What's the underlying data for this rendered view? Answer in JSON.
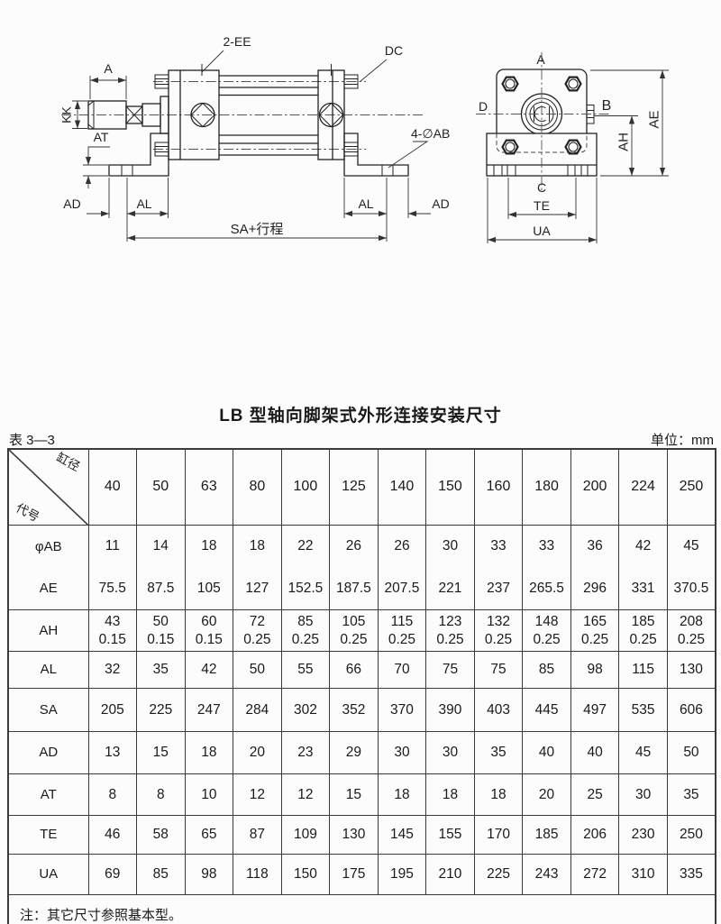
{
  "title": "LB 型轴向脚架式外形连接安装尺寸",
  "drawing": {
    "side": {
      "ee": "2-EE",
      "dc": "DC",
      "a": "A",
      "kk": "KK",
      "at": "AT",
      "ad_left": "AD",
      "al_left": "AL",
      "sa_stroke": "SA+行程",
      "al_right": "AL",
      "ad_right": "AD",
      "ab_holes": "4-∅AB"
    },
    "end": {
      "a": "A",
      "b": "B",
      "c": "C",
      "d": "D",
      "ae": "AE",
      "ah": "AH",
      "te": "TE",
      "ua": "UA"
    }
  },
  "table": {
    "caption": "表 3—3",
    "unit": "单位：mm",
    "diagonal": {
      "top": "缸径",
      "bottom": "代号"
    },
    "columns": [
      "40",
      "50",
      "63",
      "80",
      "100",
      "125",
      "140",
      "150",
      "160",
      "180",
      "200",
      "224",
      "250"
    ],
    "rows": [
      {
        "label": "φAB",
        "merge_below": true,
        "values": [
          "11",
          "14",
          "18",
          "18",
          "22",
          "26",
          "26",
          "30",
          "33",
          "33",
          "36",
          "42",
          "45"
        ]
      },
      {
        "label": "AE",
        "values": [
          "75.5",
          "87.5",
          "105",
          "127",
          "152.5",
          "187.5",
          "207.5",
          "221",
          "237",
          "265.5",
          "296",
          "331",
          "370.5"
        ]
      },
      {
        "label": "AH",
        "values": [
          "43\n0.15",
          "50\n0.15",
          "60\n0.15",
          "72\n0.25",
          "85\n0.25",
          "105\n0.25",
          "115\n0.25",
          "123\n0.25",
          "132\n0.25",
          "148\n0.25",
          "165\n0.25",
          "185\n0.25",
          "208\n0.25"
        ]
      },
      {
        "label": "AL",
        "values": [
          "32",
          "35",
          "42",
          "50",
          "55",
          "66",
          "70",
          "75",
          "75",
          "85",
          "98",
          "115",
          "130"
        ]
      },
      {
        "label": "SA",
        "values": [
          "205",
          "225",
          "247",
          "284",
          "302",
          "352",
          "370",
          "390",
          "403",
          "445",
          "497",
          "535",
          "606"
        ]
      },
      {
        "label": "AD",
        "values": [
          "13",
          "15",
          "18",
          "20",
          "23",
          "29",
          "30",
          "30",
          "35",
          "40",
          "40",
          "45",
          "50"
        ]
      },
      {
        "label": "AT",
        "values": [
          "8",
          "8",
          "10",
          "12",
          "12",
          "15",
          "18",
          "18",
          "18",
          "20",
          "25",
          "30",
          "35"
        ]
      },
      {
        "label": "TE",
        "values": [
          "46",
          "58",
          "65",
          "87",
          "109",
          "130",
          "145",
          "155",
          "170",
          "185",
          "206",
          "230",
          "250"
        ]
      },
      {
        "label": "UA",
        "values": [
          "69",
          "85",
          "98",
          "118",
          "150",
          "175",
          "195",
          "210",
          "225",
          "243",
          "272",
          "310",
          "335"
        ]
      }
    ],
    "note": "注：其它尺寸参照基本型。"
  }
}
